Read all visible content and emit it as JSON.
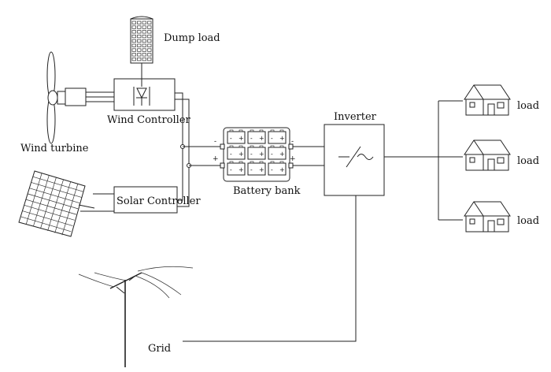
{
  "labels": {
    "dump_load": "Dump load",
    "wind_turbine": "Wind turbine",
    "wind_controller": "Wind Controller",
    "solar_controller": "Solar Controller",
    "battery_bank": "Battery  bank",
    "inverter": "Inverter",
    "grid": "Grid",
    "load_1": "load",
    "load_2": "load",
    "load_3": "load"
  },
  "battery": {
    "cells": [
      {
        "neg": "-",
        "pos": "+"
      },
      {
        "neg": "-",
        "pos": "+"
      },
      {
        "neg": "-",
        "pos": "+"
      },
      {
        "neg": "-",
        "pos": "+"
      },
      {
        "neg": "-",
        "pos": "+"
      },
      {
        "neg": "-",
        "pos": "+"
      },
      {
        "neg": "-",
        "pos": "+"
      },
      {
        "neg": "-",
        "pos": "+"
      },
      {
        "neg": "-",
        "pos": "+"
      }
    ],
    "terminal_pos": "+",
    "terminal_neg": "-"
  },
  "inverter_symbol": "—/~"
}
